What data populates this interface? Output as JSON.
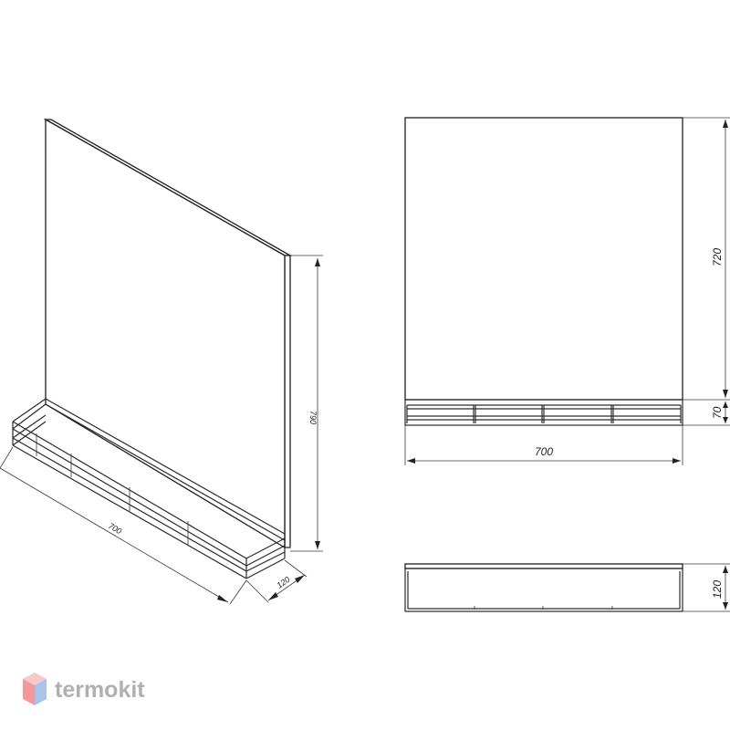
{
  "dimensions": {
    "iso_width": "700",
    "iso_height": "790",
    "iso_depth": "120",
    "front_mirror_height": "720",
    "front_shelf_height": "70",
    "front_width": "700",
    "top_depth": "120"
  },
  "logo": {
    "text": "termokit",
    "icon": "hexagon-cube-icon",
    "colors": {
      "left": "#f29a9a",
      "right": "#a9c4e8",
      "top": "#f6c9c9",
      "text": "#b0b0b0"
    }
  }
}
